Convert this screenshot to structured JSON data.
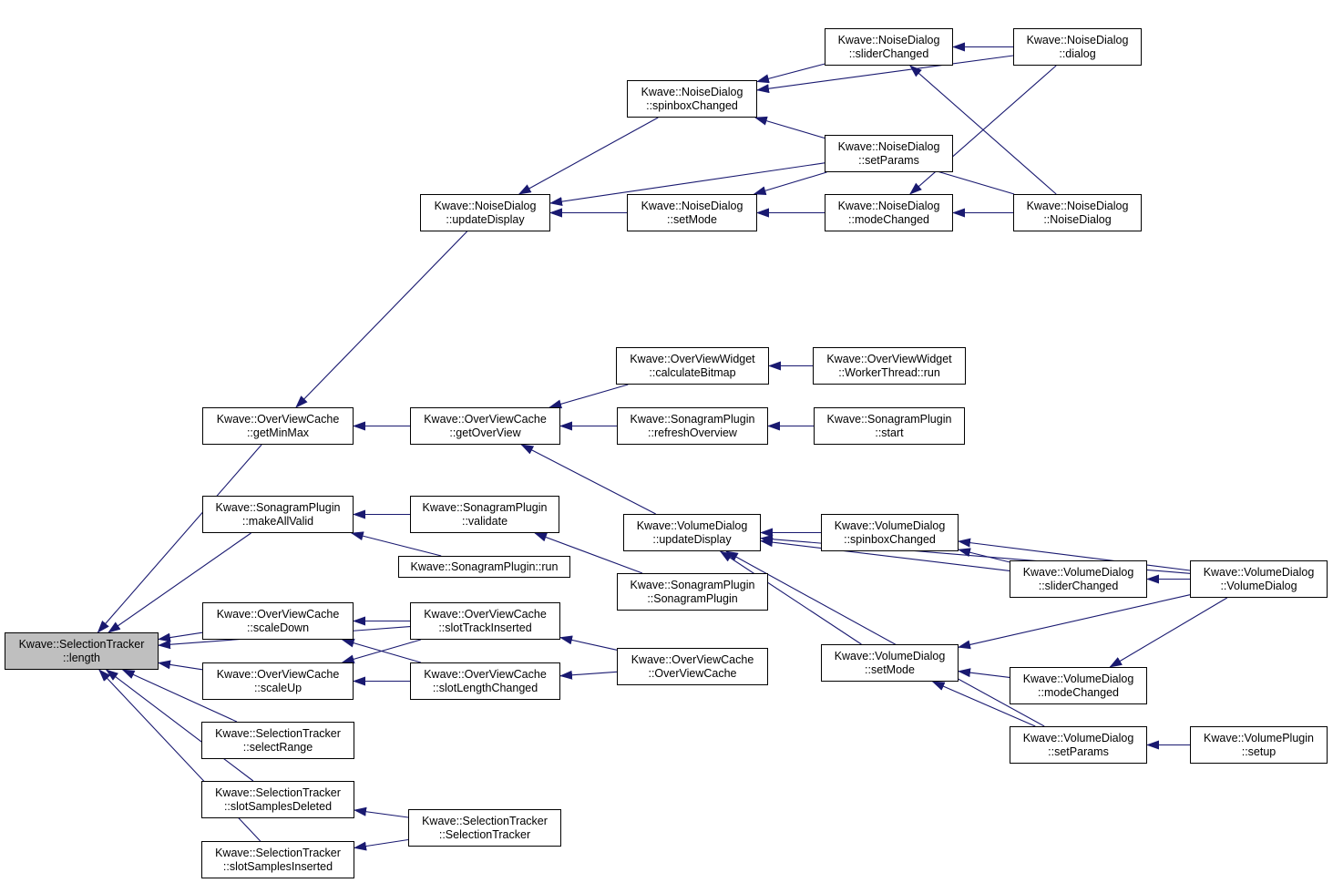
{
  "colors": {
    "edge": "#191970",
    "node_border": "#000000",
    "root_fill": "#bfbfbf"
  },
  "nodes": {
    "root": {
      "l1": "Kwave::SelectionTracker",
      "l2": "::length"
    },
    "getMinMax": {
      "l1": "Kwave::OverViewCache",
      "l2": "::getMinMax"
    },
    "makeAllValid": {
      "l1": "Kwave::SonagramPlugin",
      "l2": "::makeAllValid"
    },
    "scaleDown": {
      "l1": "Kwave::OverViewCache",
      "l2": "::scaleDown"
    },
    "scaleUp": {
      "l1": "Kwave::OverViewCache",
      "l2": "::scaleUp"
    },
    "selectRange": {
      "l1": "Kwave::SelectionTracker",
      "l2": "::selectRange"
    },
    "slotSamplesDeleted": {
      "l1": "Kwave::SelectionTracker",
      "l2": "::slotSamplesDeleted"
    },
    "slotSamplesInserted": {
      "l1": "Kwave::SelectionTracker",
      "l2": "::slotSamplesInserted"
    },
    "nd_updateDisplay": {
      "l1": "Kwave::NoiseDialog",
      "l2": "::updateDisplay"
    },
    "getOverView": {
      "l1": "Kwave::OverViewCache",
      "l2": "::getOverView"
    },
    "sp_validate": {
      "l1": "Kwave::SonagramPlugin",
      "l2": "::validate"
    },
    "sp_run": {
      "l1": "Kwave::SonagramPlugin::run",
      "l2": ""
    },
    "slotTrackInserted": {
      "l1": "Kwave::OverViewCache",
      "l2": "::slotTrackInserted"
    },
    "slotLengthChanged": {
      "l1": "Kwave::OverViewCache",
      "l2": "::slotLengthChanged"
    },
    "st_ctor": {
      "l1": "Kwave::SelectionTracker",
      "l2": "::SelectionTracker"
    },
    "nd_spinboxChanged": {
      "l1": "Kwave::NoiseDialog",
      "l2": "::spinboxChanged"
    },
    "nd_setMode": {
      "l1": "Kwave::NoiseDialog",
      "l2": "::setMode"
    },
    "calculateBitmap": {
      "l1": "Kwave::OverViewWidget",
      "l2": "::calculateBitmap"
    },
    "refreshOverview": {
      "l1": "Kwave::SonagramPlugin",
      "l2": "::refreshOverview"
    },
    "vd_updateDisplay": {
      "l1": "Kwave::VolumeDialog",
      "l2": "::updateDisplay"
    },
    "sp_ctor": {
      "l1": "Kwave::SonagramPlugin",
      "l2": "::SonagramPlugin"
    },
    "ovc_ctor": {
      "l1": "Kwave::OverViewCache",
      "l2": "::OverViewCache"
    },
    "nd_sliderChanged": {
      "l1": "Kwave::NoiseDialog",
      "l2": "::sliderChanged"
    },
    "nd_setParams": {
      "l1": "Kwave::NoiseDialog",
      "l2": "::setParams"
    },
    "nd_modeChanged": {
      "l1": "Kwave::NoiseDialog",
      "l2": "::modeChanged"
    },
    "workerRun": {
      "l1": "Kwave::OverViewWidget",
      "l2": "::WorkerThread::run"
    },
    "sp_start": {
      "l1": "Kwave::SonagramPlugin",
      "l2": "::start"
    },
    "vd_spinboxChanged": {
      "l1": "Kwave::VolumeDialog",
      "l2": "::spinboxChanged"
    },
    "vd_setMode": {
      "l1": "Kwave::VolumeDialog",
      "l2": "::setMode"
    },
    "nd_dialog": {
      "l1": "Kwave::NoiseDialog",
      "l2": "::dialog"
    },
    "nd_ctor": {
      "l1": "Kwave::NoiseDialog",
      "l2": "::NoiseDialog"
    },
    "vd_sliderChanged": {
      "l1": "Kwave::VolumeDialog",
      "l2": "::sliderChanged"
    },
    "vd_modeChanged": {
      "l1": "Kwave::VolumeDialog",
      "l2": "::modeChanged"
    },
    "vd_setParams": {
      "l1": "Kwave::VolumeDialog",
      "l2": "::setParams"
    },
    "vd_ctor": {
      "l1": "Kwave::VolumeDialog",
      "l2": "::VolumeDialog"
    },
    "vp_setup": {
      "l1": "Kwave::VolumePlugin",
      "l2": "::setup"
    }
  },
  "edges": [
    [
      "getMinMax",
      "root"
    ],
    [
      "makeAllValid",
      "root"
    ],
    [
      "scaleDown",
      "root"
    ],
    [
      "scaleUp",
      "root"
    ],
    [
      "selectRange",
      "root"
    ],
    [
      "slotSamplesDeleted",
      "root"
    ],
    [
      "slotSamplesInserted",
      "root"
    ],
    [
      "slotTrackInserted",
      "root"
    ],
    [
      "nd_updateDisplay",
      "getMinMax"
    ],
    [
      "getOverView",
      "getMinMax"
    ],
    [
      "sp_validate",
      "makeAllValid"
    ],
    [
      "sp_run",
      "makeAllValid"
    ],
    [
      "slotTrackInserted",
      "scaleDown"
    ],
    [
      "slotLengthChanged",
      "scaleDown"
    ],
    [
      "slotTrackInserted",
      "scaleUp"
    ],
    [
      "slotLengthChanged",
      "scaleUp"
    ],
    [
      "st_ctor",
      "slotSamplesDeleted"
    ],
    [
      "st_ctor",
      "slotSamplesInserted"
    ],
    [
      "nd_spinboxChanged",
      "nd_updateDisplay"
    ],
    [
      "nd_setParams",
      "nd_updateDisplay"
    ],
    [
      "nd_setMode",
      "nd_updateDisplay"
    ],
    [
      "nd_ctor",
      "nd_updateDisplay"
    ],
    [
      "calculateBitmap",
      "getOverView"
    ],
    [
      "refreshOverview",
      "getOverView"
    ],
    [
      "vd_updateDisplay",
      "getOverView"
    ],
    [
      "sp_ctor",
      "sp_validate"
    ],
    [
      "ovc_ctor",
      "slotTrackInserted"
    ],
    [
      "ovc_ctor",
      "slotLengthChanged"
    ],
    [
      "nd_sliderChanged",
      "nd_spinboxChanged"
    ],
    [
      "nd_dialog",
      "nd_spinboxChanged"
    ],
    [
      "nd_ctor",
      "nd_spinboxChanged"
    ],
    [
      "nd_setParams",
      "nd_setMode"
    ],
    [
      "nd_modeChanged",
      "nd_setMode"
    ],
    [
      "nd_ctor",
      "nd_setMode"
    ],
    [
      "workerRun",
      "calculateBitmap"
    ],
    [
      "sp_start",
      "refreshOverview"
    ],
    [
      "vd_spinboxChanged",
      "vd_updateDisplay"
    ],
    [
      "vd_sliderChanged",
      "vd_updateDisplay"
    ],
    [
      "vd_ctor",
      "vd_updateDisplay"
    ],
    [
      "vd_setMode",
      "vd_updateDisplay"
    ],
    [
      "vd_setParams",
      "vd_updateDisplay"
    ],
    [
      "nd_dialog",
      "nd_sliderChanged"
    ],
    [
      "nd_ctor",
      "nd_sliderChanged"
    ],
    [
      "nd_dialog",
      "nd_modeChanged"
    ],
    [
      "nd_ctor",
      "nd_modeChanged"
    ],
    [
      "vd_sliderChanged",
      "vd_spinboxChanged"
    ],
    [
      "vd_ctor",
      "vd_spinboxChanged"
    ],
    [
      "vd_ctor",
      "vd_setMode"
    ],
    [
      "vd_modeChanged",
      "vd_setMode"
    ],
    [
      "vd_setParams",
      "vd_setMode"
    ],
    [
      "vd_ctor",
      "vd_sliderChanged"
    ],
    [
      "vd_ctor",
      "vd_modeChanged"
    ],
    [
      "vp_setup",
      "vd_setParams"
    ]
  ]
}
